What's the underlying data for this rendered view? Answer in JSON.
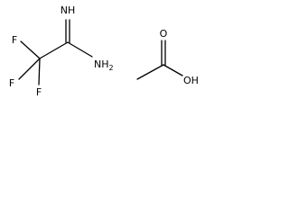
{
  "molecules": {
    "trifluoroacetamidine": {
      "fluorine_upper": "F",
      "fluorine_left": "F",
      "fluorine_lower": "F",
      "imine_group": "NH",
      "amine_group": "NH",
      "amine_subscript": "2"
    },
    "acetic_acid": {
      "carbonyl_oxygen": "O",
      "hydroxyl_group": "OH"
    }
  }
}
